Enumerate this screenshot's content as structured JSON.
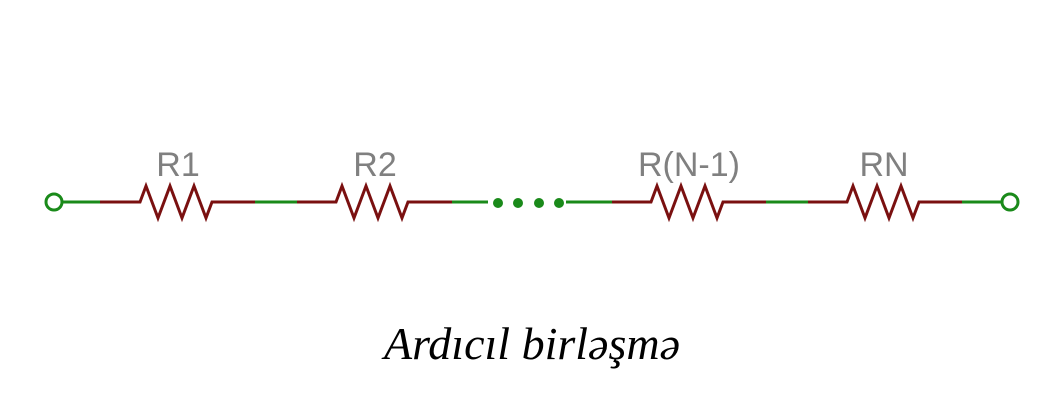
{
  "diagram": {
    "resistors": [
      {
        "label": "R1"
      },
      {
        "label": "R2"
      },
      {
        "label": "R(N-1)"
      },
      {
        "label": "RN"
      }
    ],
    "caption": "Ardıcıl birləşmə"
  },
  "colors": {
    "wire": "#1a8a1a",
    "resistor": "#7a1010",
    "terminal": "#1a8a1a",
    "label": "#808080",
    "caption": "#000000"
  }
}
